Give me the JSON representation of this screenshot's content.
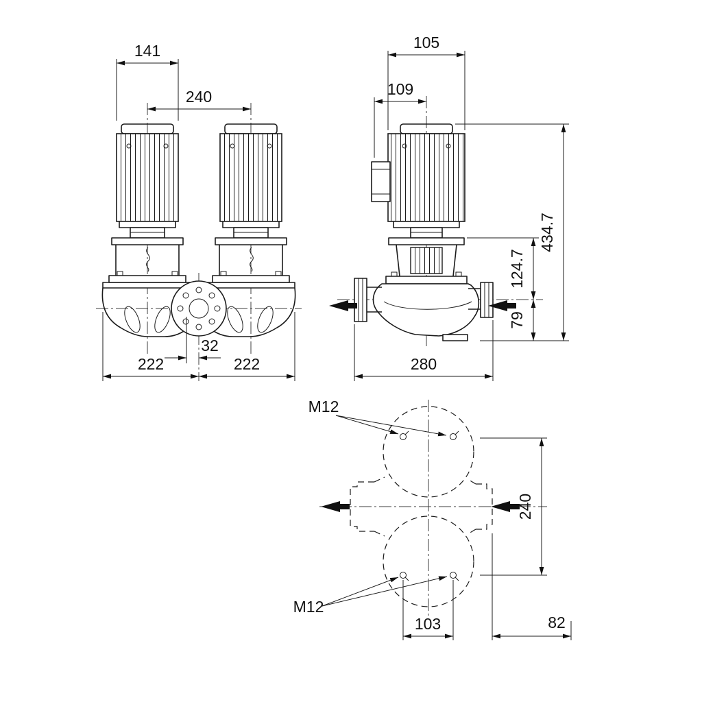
{
  "colors": {
    "background": "#ffffff",
    "line": "#1b1b1b"
  },
  "drawing": {
    "front_view": {
      "motor_width": "141",
      "motor_center_spacing": "240",
      "center_offset": "32",
      "width_left": "222",
      "width_right": "222"
    },
    "side_view": {
      "motor_width": "105",
      "terminal_box_depth": "109",
      "total_height": "434.7",
      "stool_height": "124.7",
      "port_height": "79",
      "housing_width": "280"
    },
    "plan_view": {
      "bolt_label_top": "M12",
      "bolt_label_bottom": "M12",
      "port_spacing": "240",
      "bolt_spacing": "103",
      "side_offset": "82"
    }
  }
}
